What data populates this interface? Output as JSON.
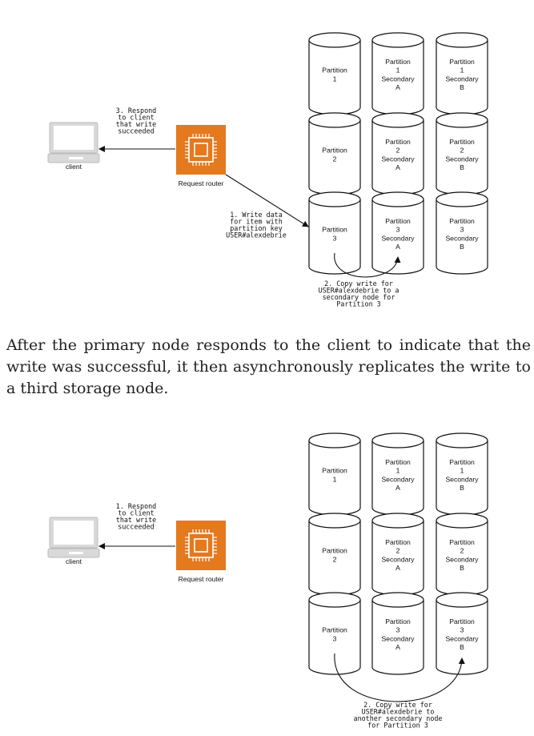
{
  "partitions": [
    {
      "primary": [
        "Partition",
        "1"
      ],
      "secA": [
        "Partition",
        "1",
        "Secondary",
        "A"
      ],
      "secB": [
        "Partition",
        "1",
        "Secondary",
        "B"
      ]
    },
    {
      "primary": [
        "Partition",
        "2"
      ],
      "secA": [
        "Partition",
        "2",
        "Secondary",
        "A"
      ],
      "secB": [
        "Partition",
        "2",
        "Secondary",
        "B"
      ]
    },
    {
      "primary": [
        "Partition",
        "3"
      ],
      "secA": [
        "Partition",
        "3",
        "Secondary",
        "A"
      ],
      "secB": [
        "Partition",
        "3",
        "Secondary",
        "B"
      ]
    }
  ],
  "client_label": "client",
  "router_label": "Request router",
  "diagram1": {
    "respond": [
      "3. Respond",
      "to client",
      "that write",
      "succeeded"
    ],
    "write": [
      "1. Write data",
      "for item with",
      "partition key",
      "USER#alexdebrie"
    ],
    "copy": [
      "2. Copy write for",
      "USER#alexdebrie to a",
      "secondary node for",
      "Partition 3"
    ]
  },
  "paragraph": "After the primary node responds to the client to indicate that the write was successful, it then asynchronously replicates the write to a third storage node.",
  "diagram2": {
    "respond": [
      "1. Respond",
      "to client",
      "that write",
      "succeeded"
    ],
    "copy": [
      "2. Copy write for",
      "USER#alexdebrie to",
      "another secondary node",
      "for Partition 3"
    ]
  },
  "colors": {
    "router": "#e4791e",
    "stroke": "#111111",
    "laptop": "#d9d9d9"
  }
}
